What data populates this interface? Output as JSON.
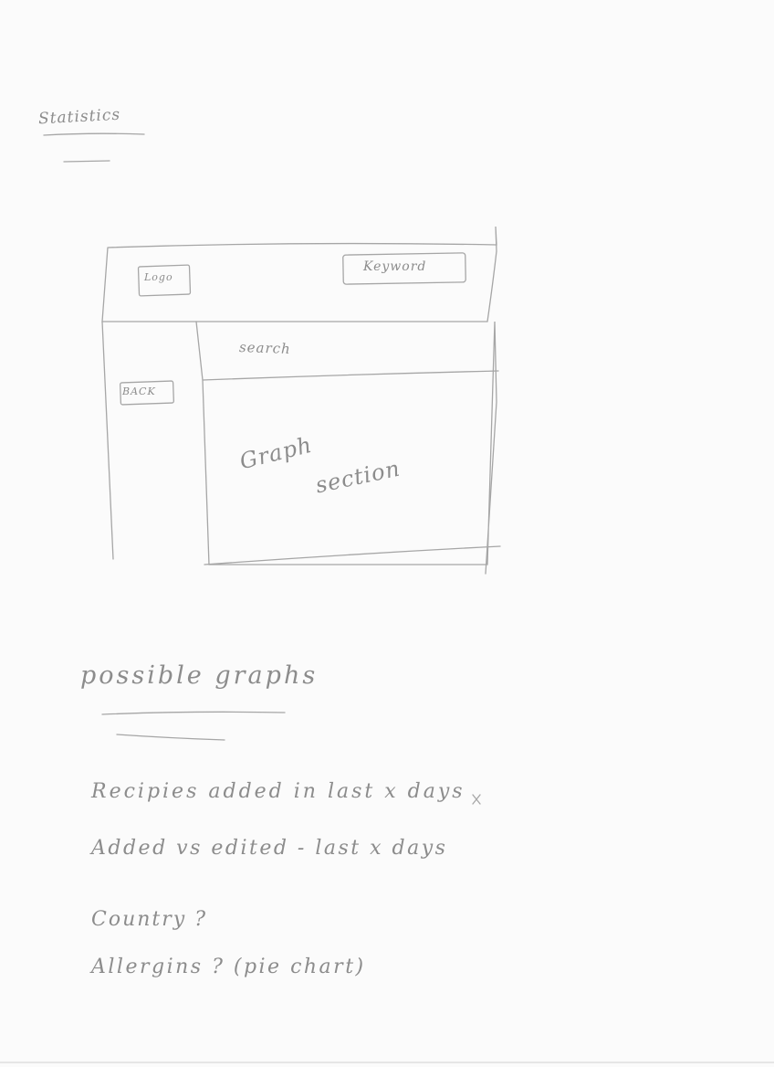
{
  "page_title": "Statistics",
  "wireframe": {
    "logo_label": "Logo",
    "keyword_label": "Keyword",
    "search_label": "search",
    "back_label": "BACK",
    "graph_label": "Graph",
    "section_label": "section"
  },
  "notes": {
    "heading": "possible graphs",
    "items": [
      "Recipies added in last x days",
      "Added vs edited - last x days",
      "Country ?",
      "Allergins ? (pie chart)"
    ]
  }
}
